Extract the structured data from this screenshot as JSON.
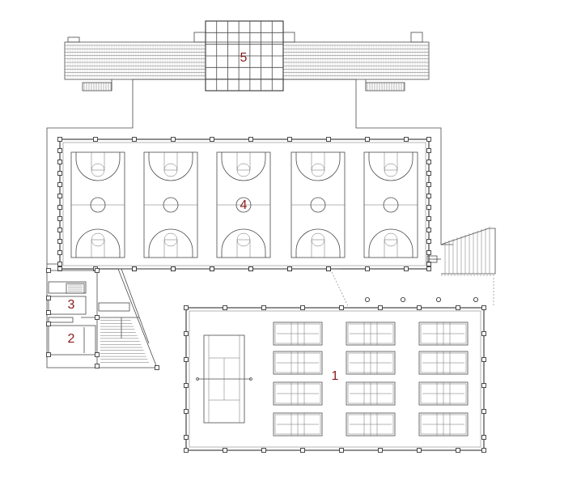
{
  "labels": {
    "zone_1": "1",
    "zone_2": "2",
    "zone_3": "3",
    "zone_4": "4",
    "zone_5": "5"
  },
  "colors": {
    "line": "#4a4a4a",
    "label": "#8b1a1a",
    "background": "#ffffff"
  }
}
